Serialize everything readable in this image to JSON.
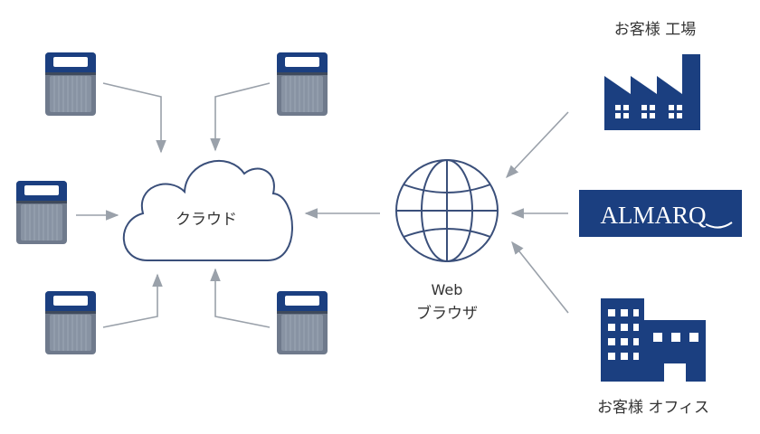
{
  "cloud": {
    "label": "クラウド"
  },
  "browser": {
    "line1": "Web",
    "line2": "ブラウザ"
  },
  "factory": {
    "label": "お客様 工場"
  },
  "brand": {
    "label": "ALMARQ"
  },
  "office": {
    "label": "お客様 オフィス"
  },
  "colors": {
    "navy": "#1b3f80",
    "device_body": "#6f7a8c",
    "device_dark": "#3f4a5c",
    "device_grill": "#8893a3",
    "arrow": "#9aa1aa",
    "outline": "#3a4f7a",
    "text": "#333333"
  },
  "icons": {
    "terminal": "time-clock-terminal-icon",
    "cloud": "cloud-icon",
    "globe": "globe-icon",
    "factory": "factory-icon",
    "office": "office-building-icon"
  }
}
